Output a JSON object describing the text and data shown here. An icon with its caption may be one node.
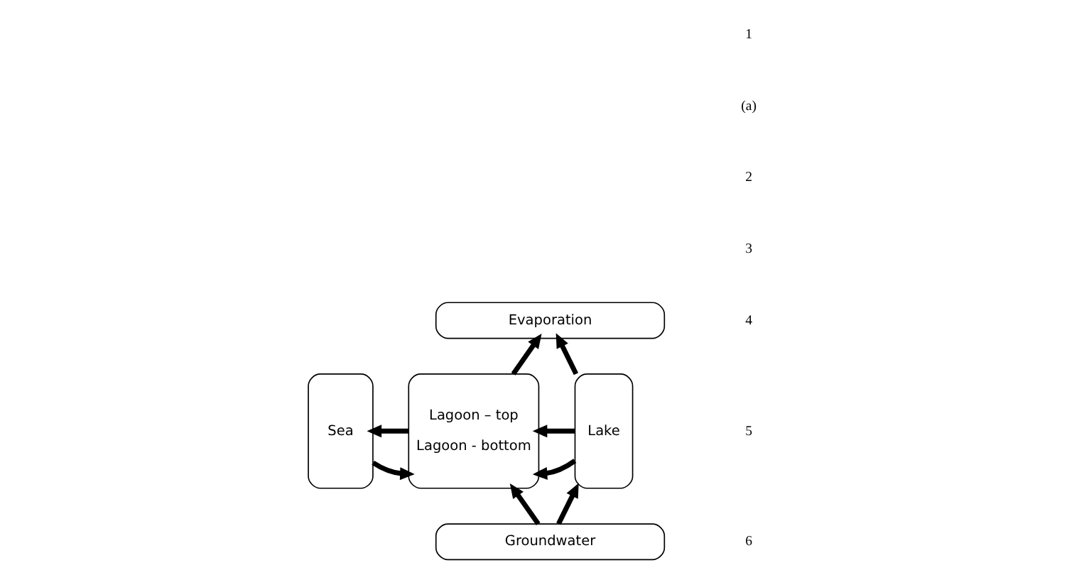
{
  "diagram": {
    "nodes": [
      {
        "text": [
          "Evaporation"
        ]
      },
      {
        "text": [
          "Sea"
        ]
      },
      {
        "text": [
          "Lagoon – top",
          "Lagoon - bottom"
        ]
      },
      {
        "text": [
          "Lake"
        ]
      },
      {
        "text": [
          "Groundwater"
        ]
      }
    ],
    "edges": [
      {
        "from": 2,
        "to": 0,
        "arrow": "to"
      },
      {
        "from": 3,
        "to": 0,
        "arrow": "to"
      },
      {
        "from": 2,
        "to": 1,
        "arrow": "to"
      },
      {
        "from": 1,
        "to": 2,
        "arrow": "to"
      },
      {
        "from": 3,
        "to": 2,
        "arrow": "to"
      },
      {
        "from": 3,
        "to": 2,
        "arrow": "to"
      },
      {
        "from": 4,
        "to": 2,
        "arrow": "to"
      },
      {
        "from": 4,
        "to": 3,
        "arrow": "to"
      }
    ],
    "labels": [
      "1",
      "(a)",
      "2",
      "3",
      "4",
      "5",
      "6"
    ]
  }
}
